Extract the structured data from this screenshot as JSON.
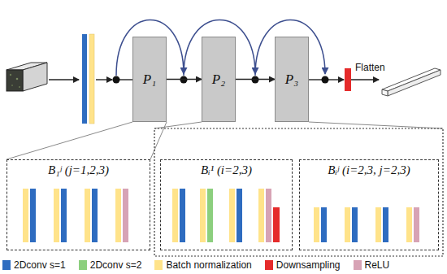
{
  "diagram": {
    "nodes": [
      {
        "text": [
          "P₁"
        ]
      },
      {
        "text": [
          "P₂"
        ]
      },
      {
        "text": [
          "P₃"
        ]
      },
      {
        "text": [
          "B₁ʲ (j=1,2,3)"
        ]
      },
      {
        "text": [
          "Bᵢ¹ (i=2,3)"
        ]
      },
      {
        "text": [
          "Bᵢʲ (i=2,3, j=2,3)"
        ]
      }
    ],
    "edges": [
      {
        "from": 0,
        "to": 1,
        "arrow": "to"
      },
      {
        "from": 1,
        "to": 2,
        "arrow": "to"
      }
    ],
    "labels": [
      "Flatten"
    ],
    "legend": [
      {
        "text": "2Dconv s=1",
        "color": "#2e6cc0"
      },
      {
        "text": "2Dconv s=2",
        "color": "#8ccf7e"
      },
      {
        "text": "Batch normalization",
        "color": "#ffe38a"
      },
      {
        "text": "Downsampling",
        "color": "#e52b2b"
      },
      {
        "text": "ReLU",
        "color": "#d7a3b5"
      }
    ]
  }
}
